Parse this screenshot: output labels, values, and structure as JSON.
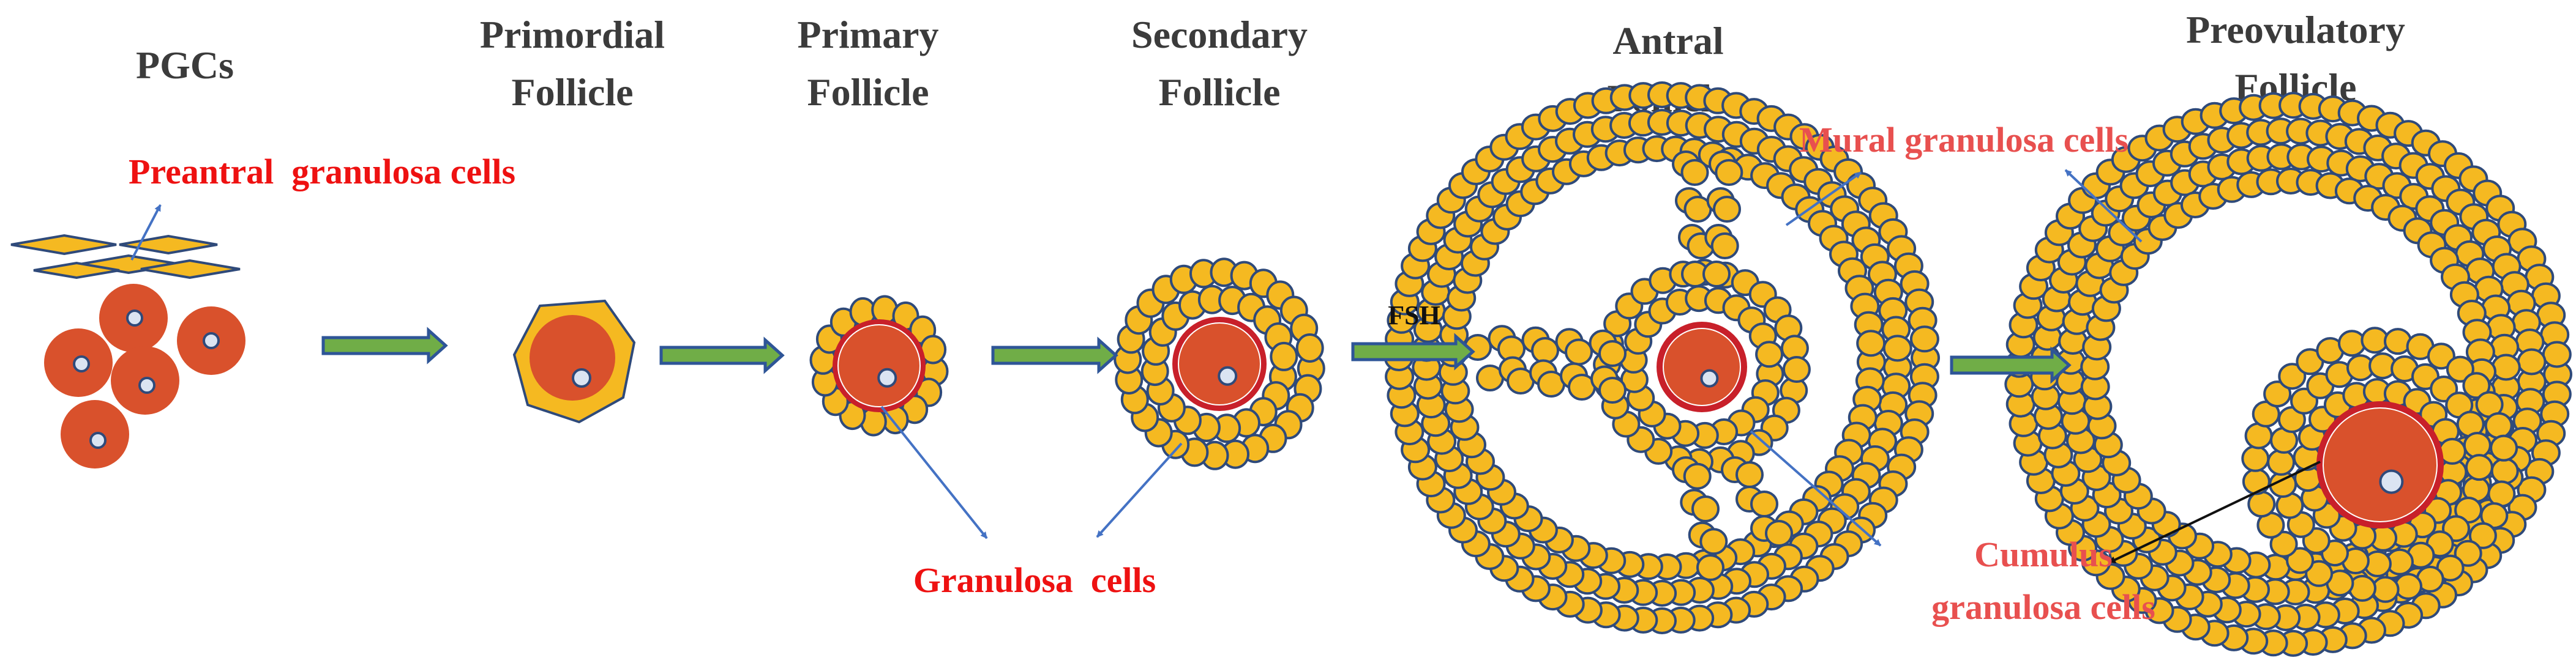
{
  "stages": {
    "pgcs": [
      "PGCs"
    ],
    "primordial": [
      "Primordial",
      "Follicle"
    ],
    "primary": [
      "Primary",
      "Follicle"
    ],
    "secondary": [
      "Secondary",
      "Follicle"
    ],
    "antral": [
      "Antral",
      "Follicle"
    ],
    "preovulatory": [
      "Preovulatory",
      "Follicle"
    ]
  },
  "labels": {
    "preantral": "Preantral  granulosa cells",
    "granulosa": "Granulosa  cells",
    "fsh": "FSH",
    "mural": "Mural granulosa cells",
    "cumulus": [
      "Cumulus",
      "granulosa cells"
    ]
  },
  "colors": {
    "granulosa_fill": "#f5b921",
    "granulosa_stroke": "#2f4a7a",
    "oocyte_fill": "#d9512c",
    "zona_ring": "#c8202a",
    "nucleus_fill": "#dbe4f2",
    "stage_arrow_fill": "#70ad47",
    "stage_arrow_stroke": "#2e5597",
    "pointer_line": "#4472c4",
    "title_text": "#3b3b3b",
    "red_text": "#ee1111",
    "salmon_text": "#e8504f"
  },
  "icons": [
    "stage-arrow-icon",
    "pointer-arrow-icon",
    "granulosa-cell-icon",
    "oocyte-icon",
    "nucleus-icon"
  ]
}
